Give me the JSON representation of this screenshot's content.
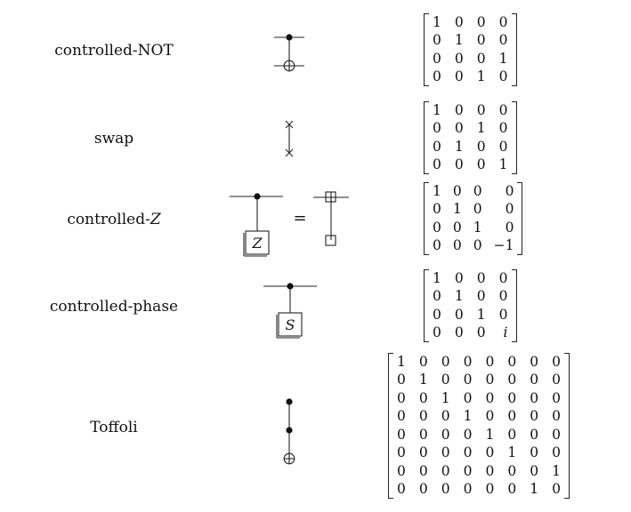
{
  "gates": [
    {
      "id": "cnot",
      "name_parts": [
        {
          "text": "controlled-",
          "style": ""
        },
        {
          "text": "NOT",
          "style": "sc"
        }
      ],
      "matrix": [
        [
          "1",
          "0",
          "0",
          "0"
        ],
        [
          "0",
          "1",
          "0",
          "0"
        ],
        [
          "0",
          "0",
          "0",
          "1"
        ],
        [
          "0",
          "0",
          "1",
          "0"
        ]
      ]
    },
    {
      "id": "swap",
      "name_parts": [
        {
          "text": "swap",
          "style": ""
        }
      ],
      "matrix": [
        [
          "1",
          "0",
          "0",
          "0"
        ],
        [
          "0",
          "0",
          "1",
          "0"
        ],
        [
          "0",
          "1",
          "0",
          "0"
        ],
        [
          "0",
          "0",
          "0",
          "1"
        ]
      ]
    },
    {
      "id": "cz",
      "name_parts": [
        {
          "text": "controlled-",
          "style": ""
        },
        {
          "text": "Z",
          "style": "it"
        }
      ],
      "box_label": "Z",
      "equals": "=",
      "matrix": [
        [
          "1",
          "0",
          "0",
          "0"
        ],
        [
          "0",
          "1",
          "0",
          "0"
        ],
        [
          "0",
          "0",
          "1",
          "0"
        ],
        [
          "0",
          "0",
          "0",
          "−1"
        ]
      ]
    },
    {
      "id": "cphase",
      "name_parts": [
        {
          "text": "controlled-phase",
          "style": ""
        }
      ],
      "box_label": "S",
      "matrix": [
        [
          "1",
          "0",
          "0",
          "0"
        ],
        [
          "0",
          "1",
          "0",
          "0"
        ],
        [
          "0",
          "0",
          "1",
          "0"
        ],
        [
          "0",
          "0",
          "0",
          "i"
        ]
      ]
    },
    {
      "id": "toffoli",
      "name_parts": [
        {
          "text": "Toffoli",
          "style": ""
        }
      ],
      "matrix": [
        [
          "1",
          "0",
          "0",
          "0",
          "0",
          "0",
          "0",
          "0"
        ],
        [
          "0",
          "1",
          "0",
          "0",
          "0",
          "0",
          "0",
          "0"
        ],
        [
          "0",
          "0",
          "1",
          "0",
          "0",
          "0",
          "0",
          "0"
        ],
        [
          "0",
          "0",
          "0",
          "1",
          "0",
          "0",
          "0",
          "0"
        ],
        [
          "0",
          "0",
          "0",
          "0",
          "1",
          "0",
          "0",
          "0"
        ],
        [
          "0",
          "0",
          "0",
          "0",
          "0",
          "1",
          "0",
          "0"
        ],
        [
          "0",
          "0",
          "0",
          "0",
          "0",
          "0",
          "0",
          "1"
        ],
        [
          "0",
          "0",
          "0",
          "0",
          "0",
          "0",
          "1",
          "0"
        ]
      ]
    }
  ]
}
